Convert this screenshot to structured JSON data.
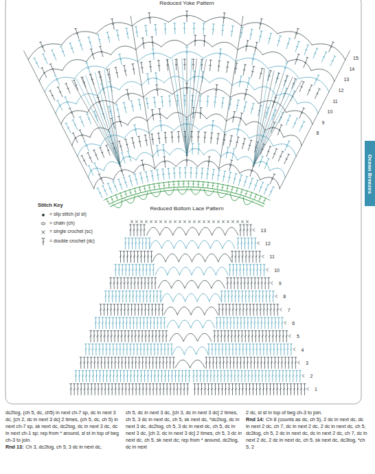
{
  "diagram": {
    "labels": [
      "Reduced Yoke Pattern",
      "15",
      "14",
      "13",
      "12",
      "11",
      "10",
      "9",
      "8",
      "Ocean Breezes",
      "Stitch Key",
      "Reduced Bottom Lace Pattern",
      "13",
      "12",
      "11",
      "10",
      "9",
      "8",
      "7",
      "6",
      "5",
      "4",
      "3",
      "2",
      "1",
      "dc2tog, (ch 5, dc, ch5) in next ch-7 sp, dc in next 3 dc, [ch 2, dc in next 3 dc] 2 times, (ch 5, dc, ch 5) in next ch-7 sp, sk next dc, dc2tog, dc in next 3 dc, dc in next ch-1 sp; rep from * around, sl st in top of beg ch-3 to join.",
      "Rnd 13:",
      "Ch 3, dc2tog, ch 5, 3 dc in next dc,",
      "ch 5, dc in next 3 dc, [ch 3, dc in next 3 dc] 2 times, ch 5, 3 dc in next dc, ch 5, sk next dc, *dc2tog, dc in next 3 dc, dc2tog, ch 5, 3 dc in next dc, ch 5, dc in next 3 dc, [ch 3, dc in next 3 dc] 2 times, ch 5, 3 dc in next dc, ch 5, sk next dc; rep from * around, dc2tog, dc in next",
      "2 dc, sl st in top of beg ch-3 to join.",
      "Rnd 14:",
      "Ch 8 (counts as dc, ch 5), 2 dc in next dc, dc in next 2 dc, ch 7, dc in next 2 dc, 2 dc in next dc, ch 5, dc3tog, ch 5, 2 dc in next dc, dc in next 2 dc, ch 7, dc in next 2 dc, 2 dc in next dc, ch 5, sk next dc, dc3tog, *ch 5, 2"
    ],
    "legend": [
      {
        "text": "= slip stitch (sl st)"
      },
      {
        "text": "= chain (ch)"
      },
      {
        "text": "= single crochet (sc)"
      },
      {
        "text": "= double crochet (dc)"
      }
    ]
  }
}
